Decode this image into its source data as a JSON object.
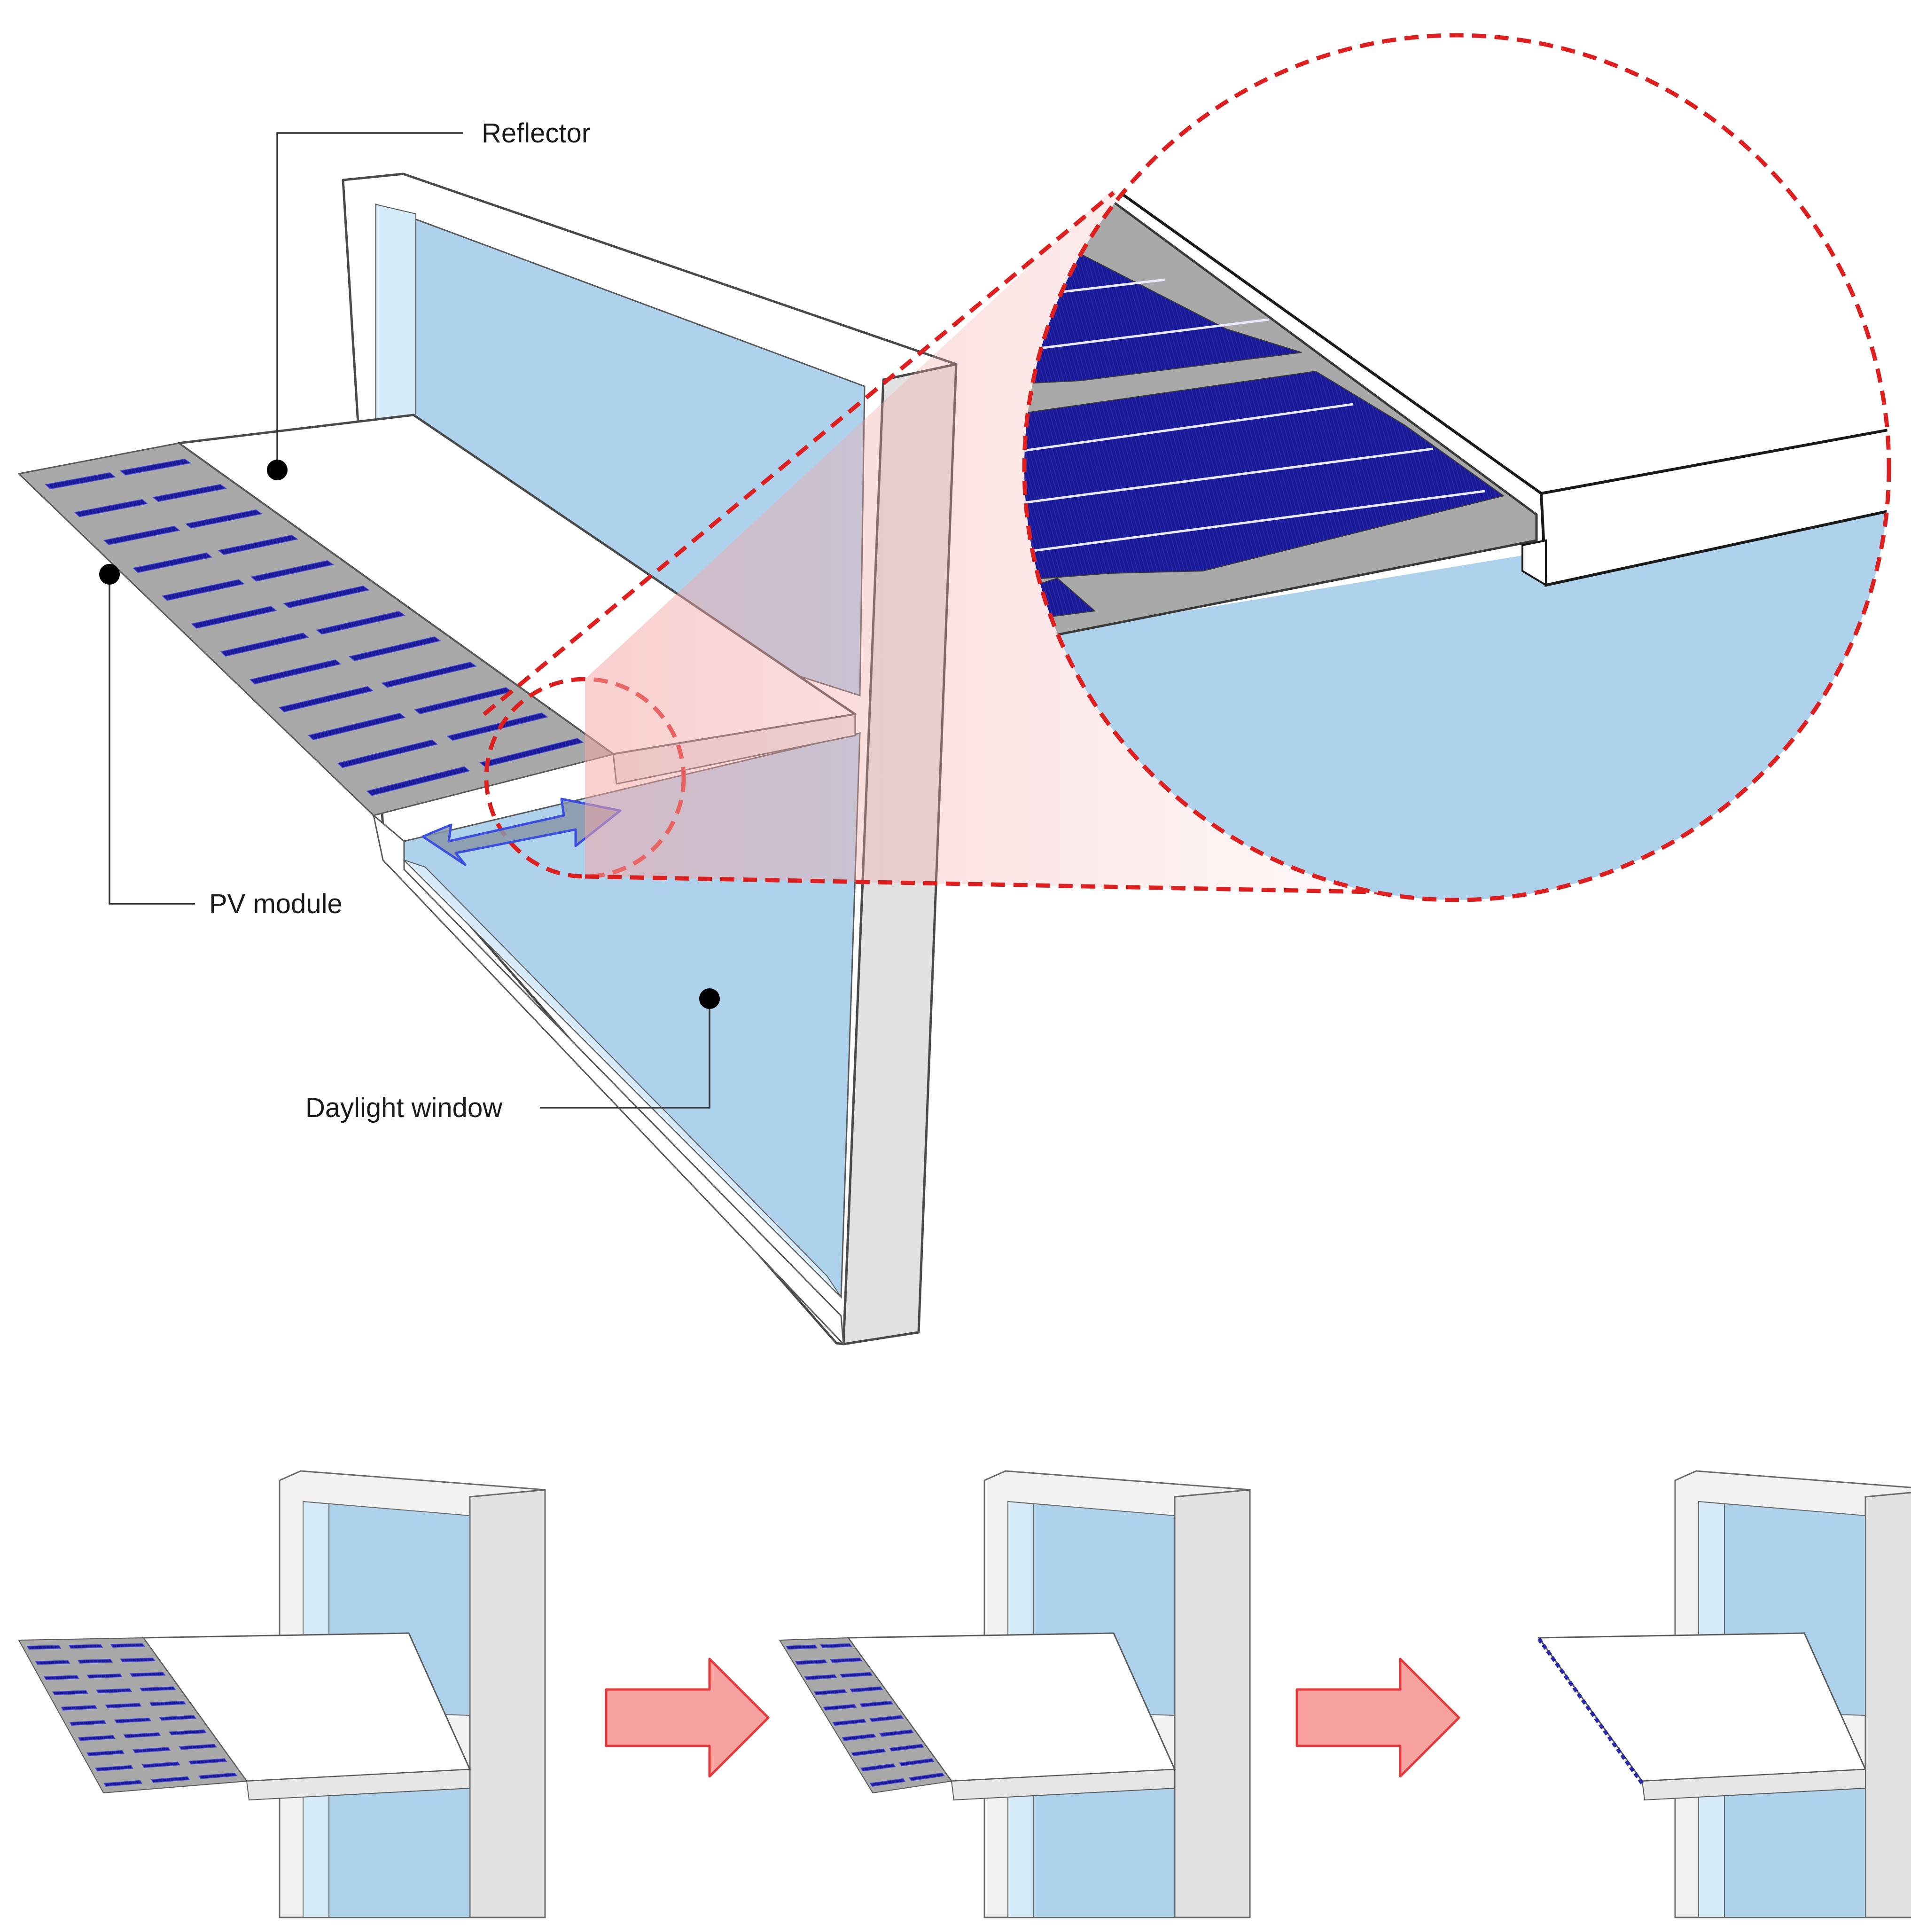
{
  "labels": {
    "reflector": "Reflector",
    "pv_module": "PV module",
    "daylight_window": "Daylight window"
  },
  "colors": {
    "glass": "#aed2ec",
    "glass_light": "#d6ebf8",
    "frame": "#ffffff",
    "frame_side": "#e2e2e2",
    "frame_stroke": "#4a4a4a",
    "pv_cell": "#1a1a94",
    "pv_cell_line": "#3a3ad0",
    "pv_backing": "#a9a9a9",
    "reflector": "#ffffff",
    "zoom_dash": "#dd1f1f",
    "zoom_cone": "#f4a7a7",
    "arrow_fill": "#f7a1a1",
    "arrow_stroke": "#e23a3a",
    "slide_arrow_fill": "#8a96a8",
    "slide_arrow_stroke": "#3b4fe0"
  },
  "icons": {
    "slide_direction": "double-arrow-icon",
    "step_arrow": "right-arrow-icon",
    "leader_marker": "dot-marker-icon"
  },
  "sequence": {
    "stages": 3
  }
}
